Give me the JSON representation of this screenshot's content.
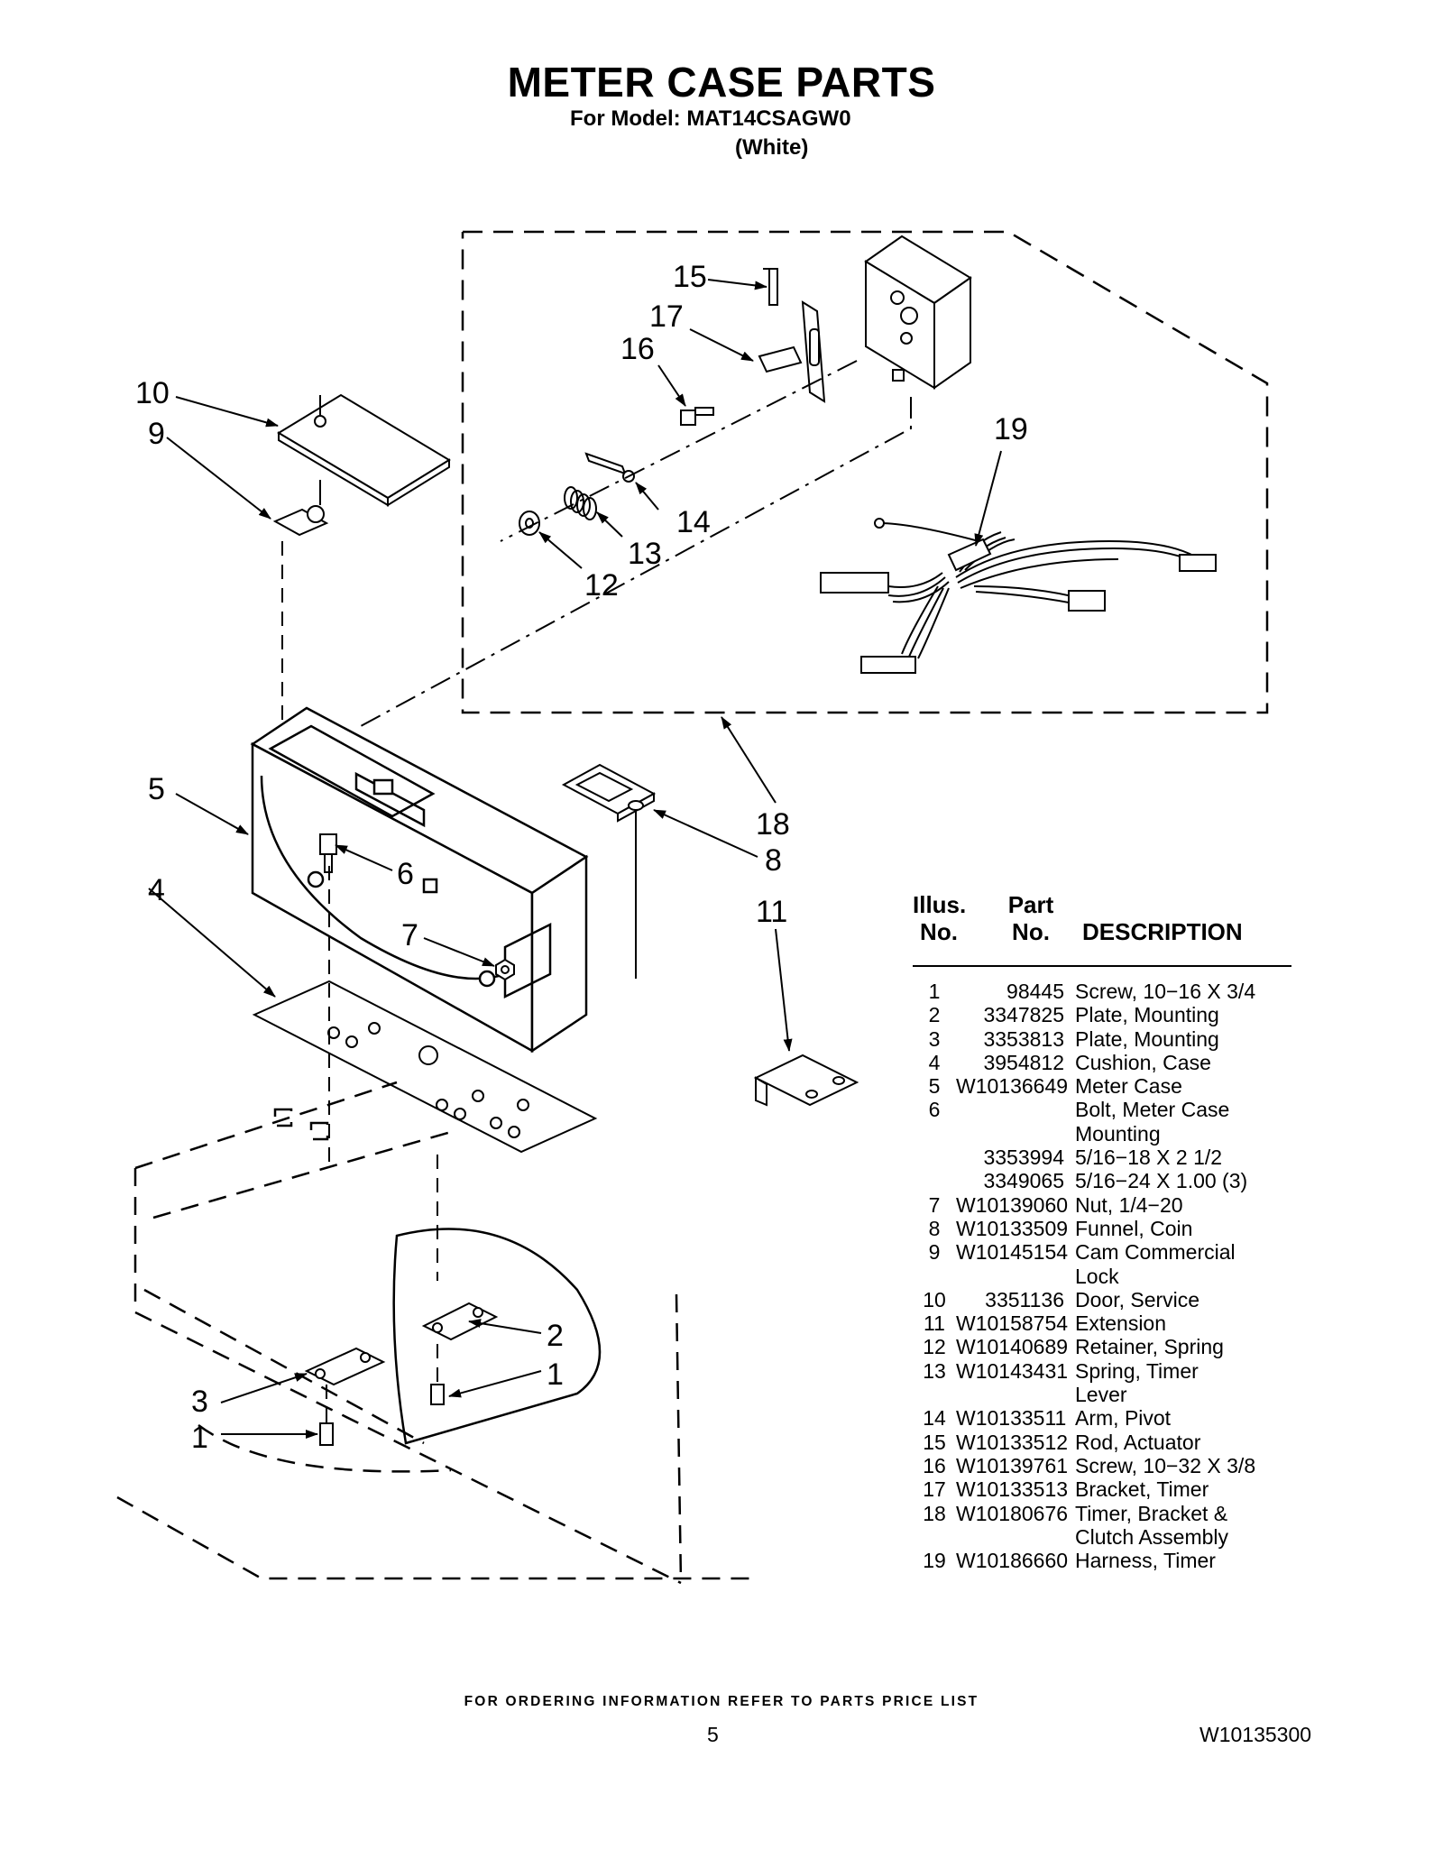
{
  "header": {
    "title": "METER CASE PARTS",
    "model": "For Model: MAT14CSAGW0",
    "variant": "(White)"
  },
  "callouts": [
    "1",
    "1",
    "2",
    "3",
    "4",
    "5",
    "6",
    "7",
    "8",
    "9",
    "10",
    "11",
    "12",
    "13",
    "14",
    "15",
    "16",
    "17",
    "18",
    "19"
  ],
  "table": {
    "headers": {
      "illus_top": "Illus.",
      "illus_bottom": "No.",
      "part_top": "Part",
      "part_bottom": "No.",
      "description": "DESCRIPTION"
    },
    "rows": [
      {
        "illus": "1",
        "part": "98445",
        "desc": "Screw, 10−16 X 3/4"
      },
      {
        "illus": "2",
        "part": "3347825",
        "desc": "Plate, Mounting"
      },
      {
        "illus": "3",
        "part": "3353813",
        "desc": "Plate, Mounting"
      },
      {
        "illus": "4",
        "part": "3954812",
        "desc": "Cushion, Case"
      },
      {
        "illus": "5",
        "part": "W10136649",
        "desc": "Meter Case"
      },
      {
        "illus": "6",
        "part": "",
        "desc": "Bolt, Meter Case"
      },
      {
        "illus": "",
        "part": "",
        "desc": "Mounting"
      },
      {
        "illus": "",
        "part": "3353994",
        "desc": "5/16−18 X 2 1/2"
      },
      {
        "illus": "",
        "part": "3349065",
        "desc": "5/16−24 X 1.00 (3)"
      },
      {
        "illus": "7",
        "part": "W10139060",
        "desc": "Nut, 1/4−20"
      },
      {
        "illus": "8",
        "part": "W10133509",
        "desc": "Funnel, Coin"
      },
      {
        "illus": "9",
        "part": "W10145154",
        "desc": "Cam Commercial"
      },
      {
        "illus": "",
        "part": "",
        "desc": "Lock"
      },
      {
        "illus": "10",
        "part": "3351136",
        "desc": "Door, Service"
      },
      {
        "illus": "11",
        "part": "W10158754",
        "desc": "Extension"
      },
      {
        "illus": "12",
        "part": "W10140689",
        "desc": "Retainer, Spring"
      },
      {
        "illus": "13",
        "part": "W10143431",
        "desc": "Spring, Timer"
      },
      {
        "illus": "",
        "part": "",
        "desc": "Lever"
      },
      {
        "illus": "14",
        "part": "W10133511",
        "desc": "Arm, Pivot"
      },
      {
        "illus": "15",
        "part": "W10133512",
        "desc": "Rod, Actuator"
      },
      {
        "illus": "16",
        "part": "W10139761",
        "desc": "Screw, 10−32 X 3/8"
      },
      {
        "illus": "17",
        "part": "W10133513",
        "desc": "Bracket, Timer"
      },
      {
        "illus": "18",
        "part": "W10180676",
        "desc": "Timer, Bracket &"
      },
      {
        "illus": "",
        "part": "",
        "desc": "Clutch Assembly"
      },
      {
        "illus": "19",
        "part": "W10186660",
        "desc": "Harness, Timer"
      }
    ]
  },
  "footer": {
    "ordering": "FOR ORDERING INFORMATION REFER TO PARTS PRICE LIST",
    "page_number": "5",
    "doc_number": "W10135300"
  }
}
